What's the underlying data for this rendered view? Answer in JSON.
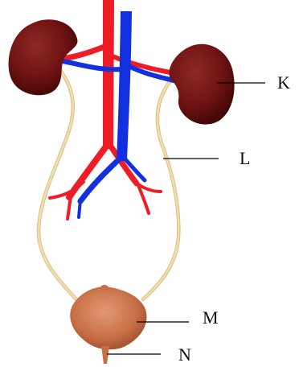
{
  "labels": {
    "K": "K",
    "L": "L",
    "M": "M",
    "N": "N"
  },
  "colors": {
    "kidney": "#6e1212",
    "kidney_shadow": "#3d0606",
    "artery": "#ee1c24",
    "vein": "#1230e0",
    "ureter": "#f3deb0",
    "ureter_edge": "#d8bf85",
    "bladder": "#c76e45",
    "bladder_dark": "#9c4c2a",
    "leader": "#000000"
  }
}
